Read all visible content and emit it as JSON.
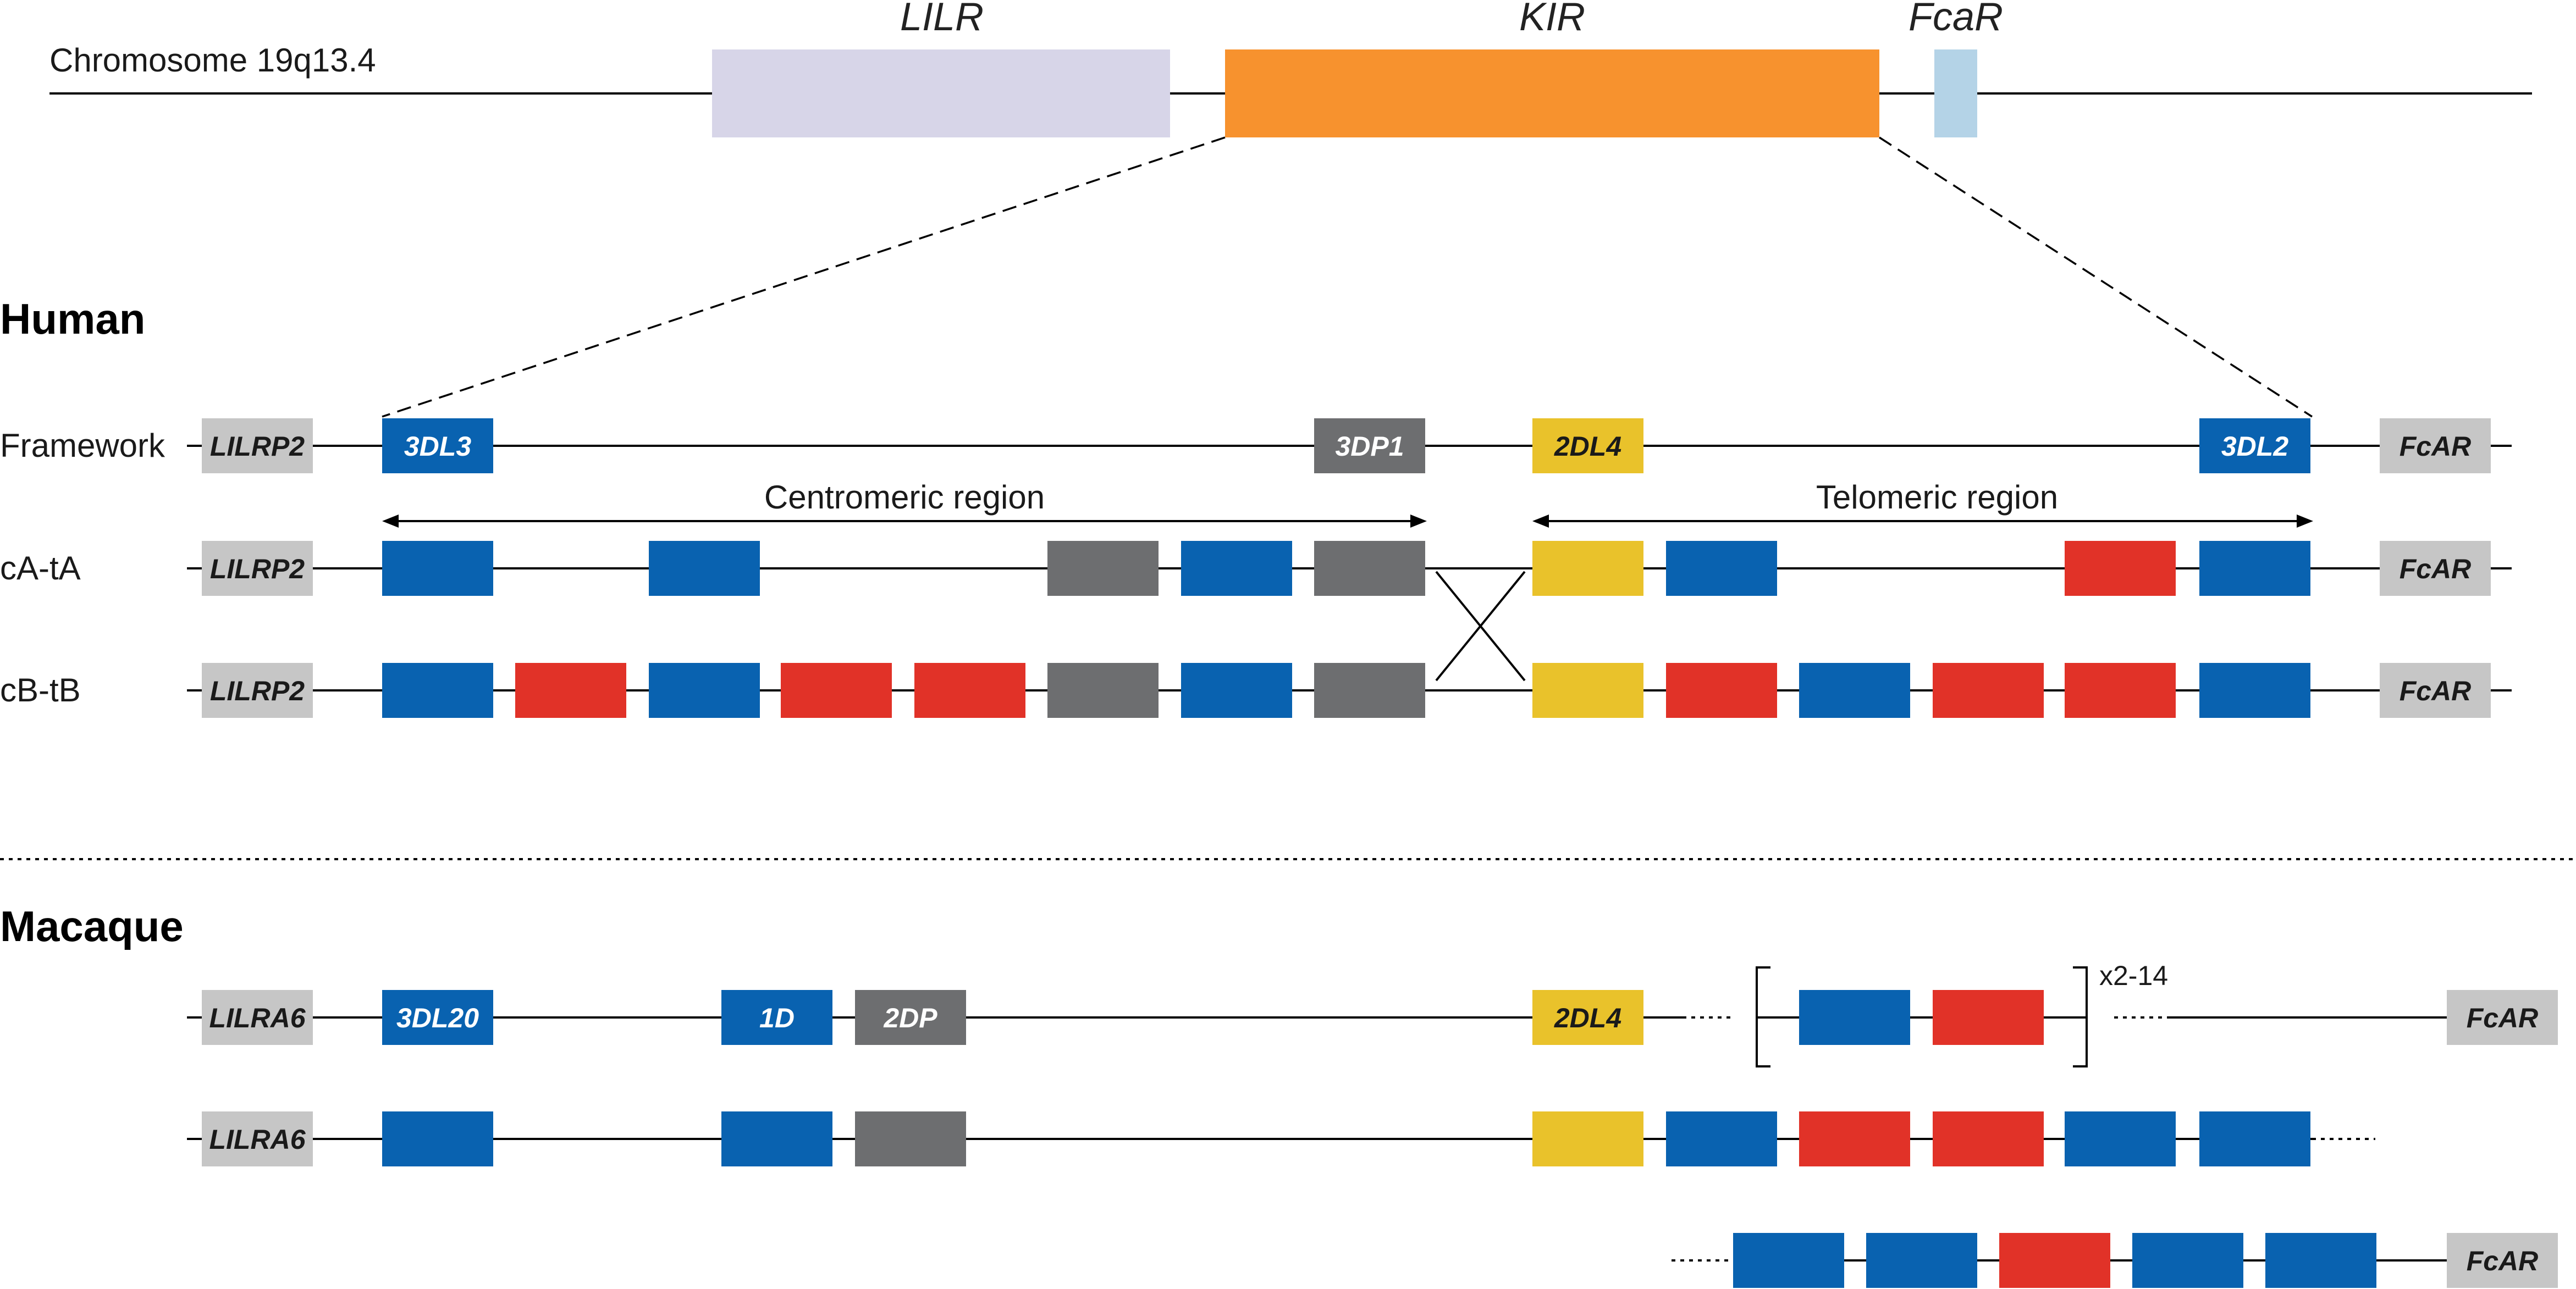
{
  "colors": {
    "inhibitory": "#0962b0",
    "activating": "#e13228",
    "pseudogene": "#6d6e70",
    "framework_2dl4": "#e9c22b",
    "flanking": "#c6c6c6",
    "lilr_block": "#d7d5e8",
    "kir_block": "#f7922e",
    "fcar_block": "#b4d3e7"
  },
  "chromosome": {
    "label": "Chromosome 19q13.4",
    "regions": [
      "LILR",
      "KIR",
      "FcaR"
    ]
  },
  "human": {
    "title": "Human",
    "rows": [
      {
        "label": "Framework",
        "left_gene": "LILRP2",
        "right_gene": "FcAR",
        "genes": [
          {
            "type": "inhibitory",
            "label": "3DL3"
          },
          {
            "type": "pseudogene",
            "label": "3DP1"
          },
          {
            "type": "framework_2dl4",
            "label": "2DL4"
          },
          {
            "type": "inhibitory",
            "label": "3DL2"
          }
        ]
      },
      {
        "label": "cA-tA",
        "left_gene": "LILRP2",
        "right_gene": "FcAR",
        "genes": [
          {
            "type": "inhibitory",
            "label": ""
          },
          {
            "type": "inhibitory",
            "label": ""
          },
          {
            "type": "pseudogene",
            "label": ""
          },
          {
            "type": "inhibitory",
            "label": ""
          },
          {
            "type": "pseudogene",
            "label": ""
          },
          {
            "type": "framework_2dl4",
            "label": ""
          },
          {
            "type": "inhibitory",
            "label": ""
          },
          {
            "type": "activating",
            "label": ""
          },
          {
            "type": "inhibitory",
            "label": ""
          }
        ]
      },
      {
        "label": "cB-tB",
        "left_gene": "LILRP2",
        "right_gene": "FcAR",
        "genes": [
          {
            "type": "inhibitory",
            "label": ""
          },
          {
            "type": "activating",
            "label": ""
          },
          {
            "type": "inhibitory",
            "label": ""
          },
          {
            "type": "activating",
            "label": ""
          },
          {
            "type": "activating",
            "label": ""
          },
          {
            "type": "pseudogene",
            "label": ""
          },
          {
            "type": "inhibitory",
            "label": ""
          },
          {
            "type": "pseudogene",
            "label": ""
          },
          {
            "type": "framework_2dl4",
            "label": ""
          },
          {
            "type": "activating",
            "label": ""
          },
          {
            "type": "inhibitory",
            "label": ""
          },
          {
            "type": "activating",
            "label": ""
          },
          {
            "type": "activating",
            "label": ""
          },
          {
            "type": "inhibitory",
            "label": ""
          }
        ]
      }
    ],
    "centromeric_label": "Centromeric region",
    "telomeric_label": "Telomeric region"
  },
  "macaque": {
    "title": "Macaque",
    "repeat_label": "x2-14",
    "rows": [
      {
        "left_gene": "LILRA6",
        "right_gene": "FcAR",
        "genes": [
          {
            "type": "inhibitory",
            "label": "3DL20"
          },
          {
            "type": "inhibitory",
            "label": "1D"
          },
          {
            "type": "pseudogene",
            "label": "2DP"
          },
          {
            "type": "framework_2dl4",
            "label": "2DL4"
          },
          {
            "type": "inhibitory",
            "label": ""
          },
          {
            "type": "activating",
            "label": ""
          }
        ]
      },
      {
        "left_gene": "LILRA6",
        "right_gene": "",
        "genes": [
          {
            "type": "inhibitory",
            "label": ""
          },
          {
            "type": "inhibitory",
            "label": ""
          },
          {
            "type": "pseudogene",
            "label": ""
          },
          {
            "type": "framework_2dl4",
            "label": ""
          },
          {
            "type": "inhibitory",
            "label": ""
          },
          {
            "type": "activating",
            "label": ""
          },
          {
            "type": "activating",
            "label": ""
          },
          {
            "type": "inhibitory",
            "label": ""
          },
          {
            "type": "inhibitory",
            "label": ""
          }
        ]
      },
      {
        "left_gene": "",
        "right_gene": "FcAR",
        "genes": [
          {
            "type": "inhibitory",
            "label": ""
          },
          {
            "type": "inhibitory",
            "label": ""
          },
          {
            "type": "activating",
            "label": ""
          },
          {
            "type": "inhibitory",
            "label": ""
          },
          {
            "type": "inhibitory",
            "label": ""
          }
        ]
      }
    ]
  }
}
